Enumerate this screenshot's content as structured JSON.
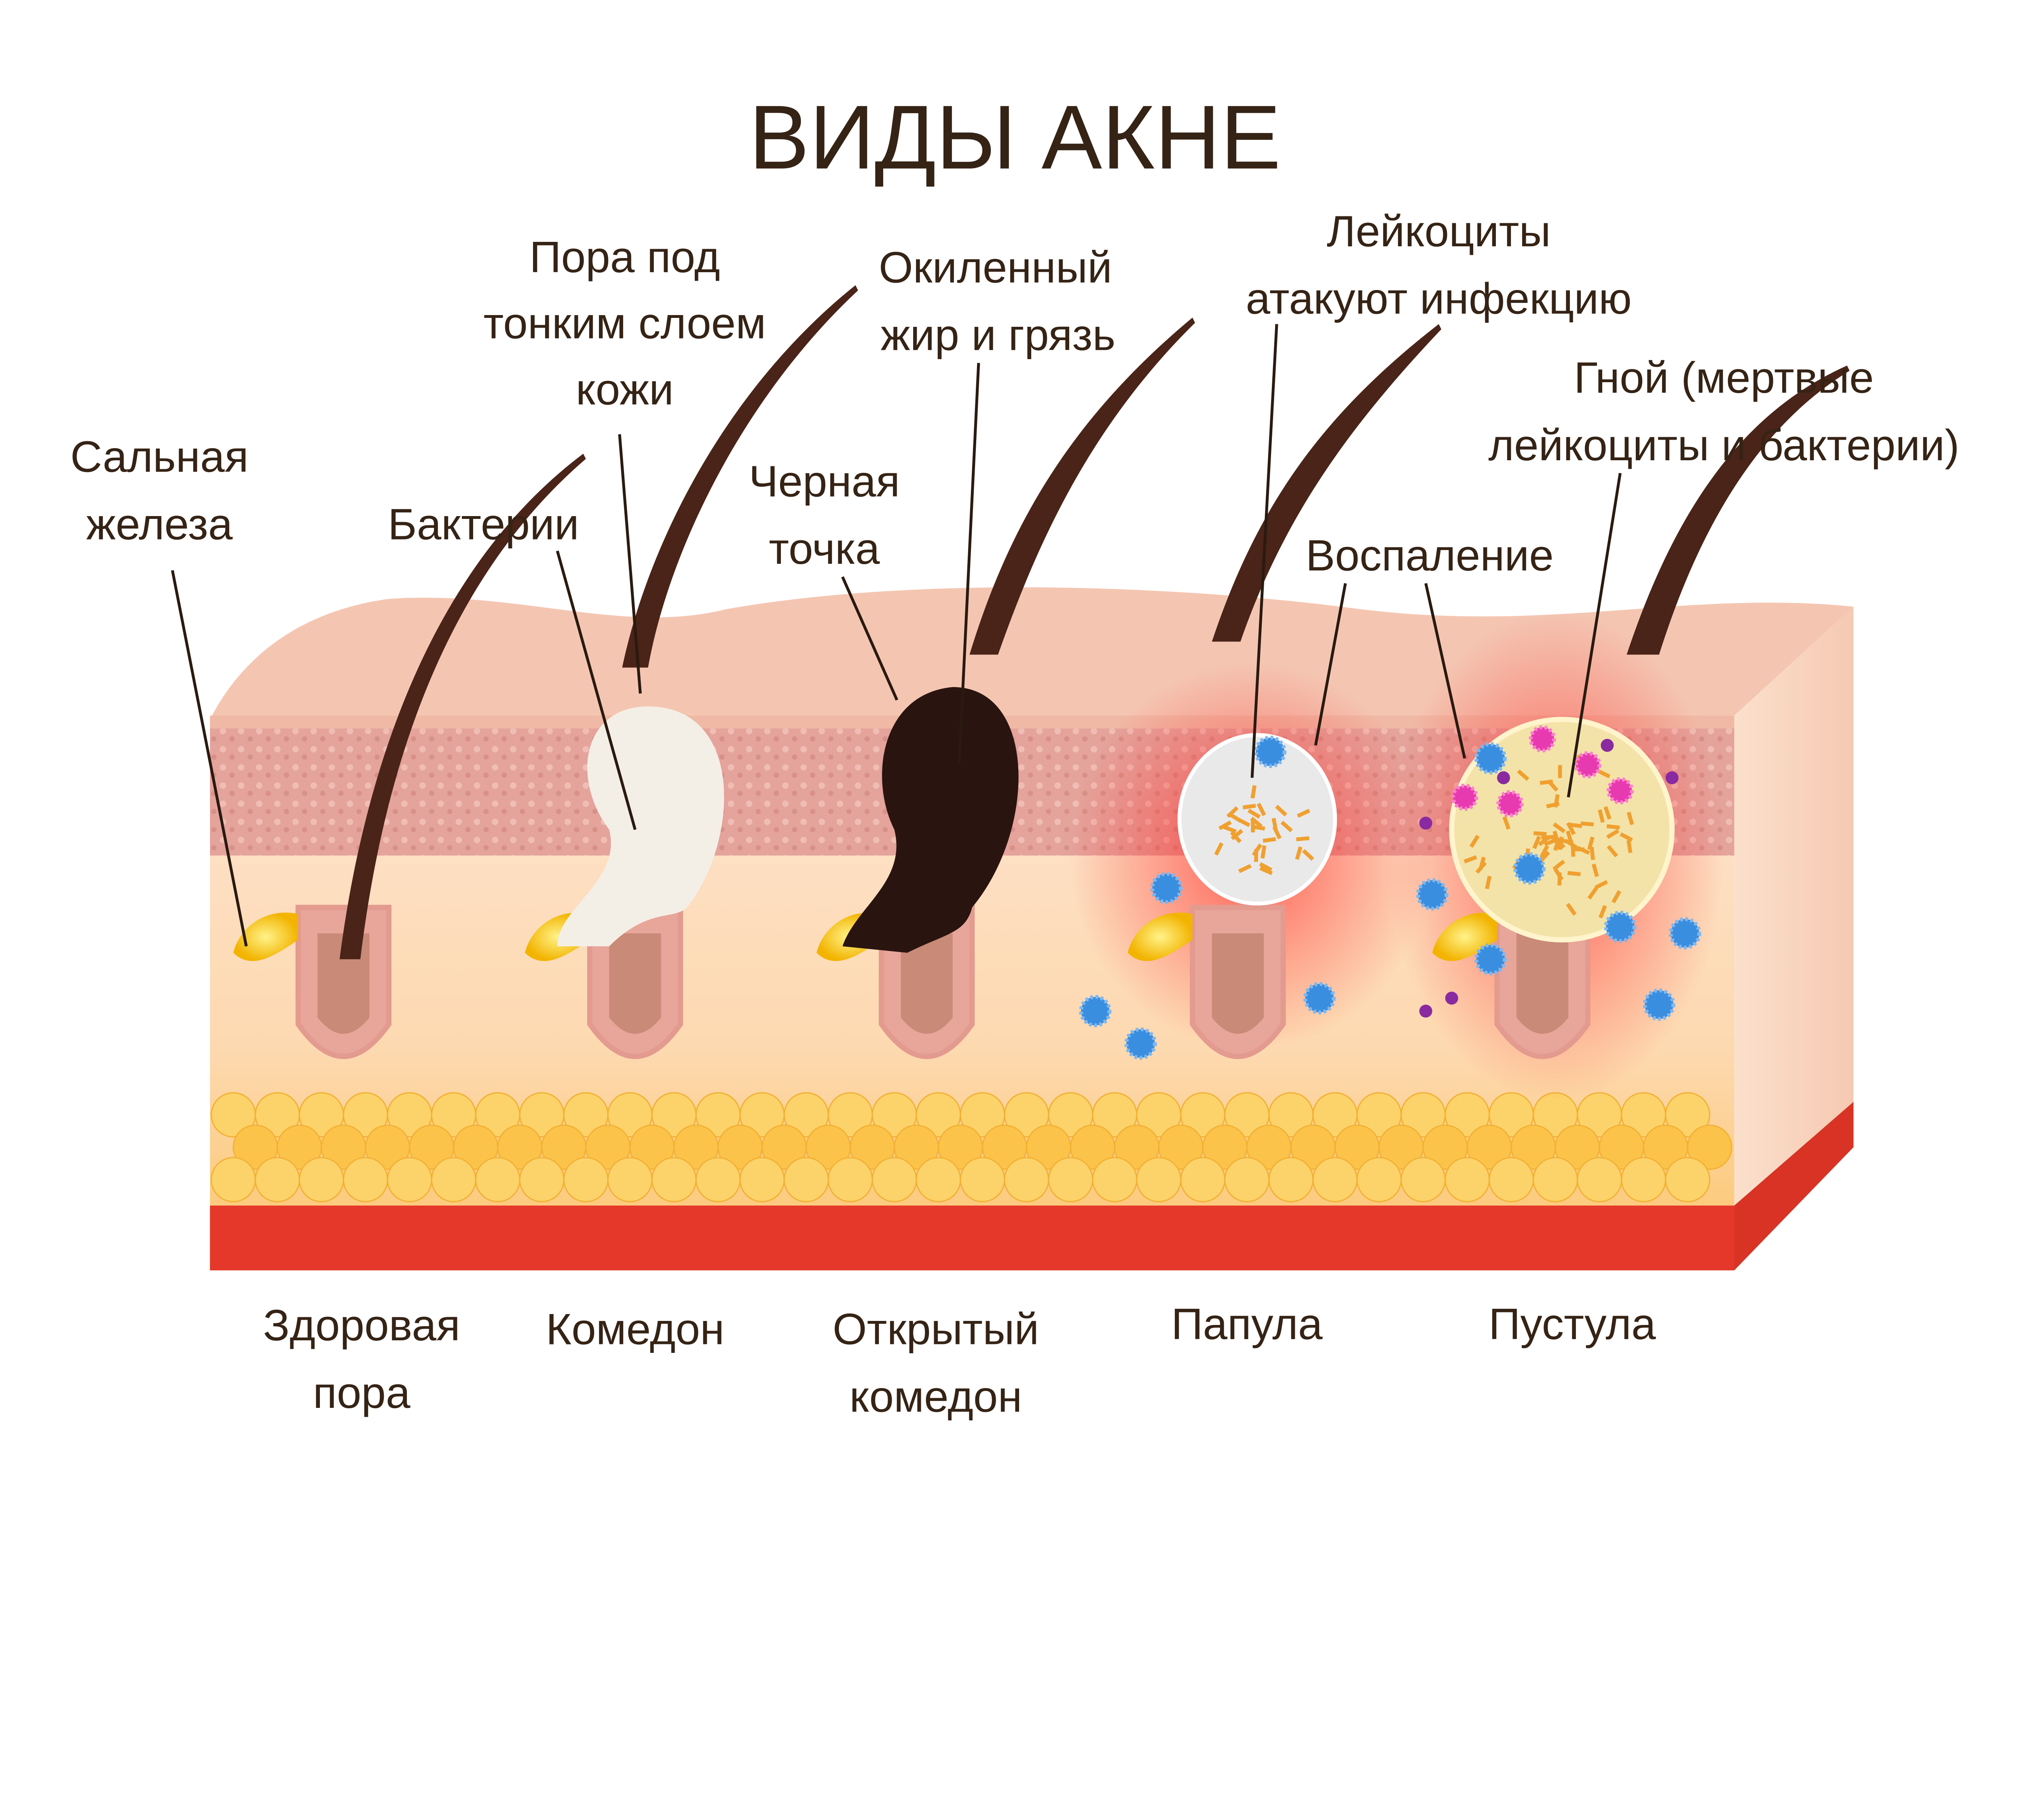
{
  "title": "ВИДЫ АКНЕ",
  "labels": {
    "sebaceous_gland": [
      "Сальная",
      "железа"
    ],
    "bacteria": "Бактерии",
    "pore_under_skin": [
      "Пора под",
      "тонким слоем",
      "кожи"
    ],
    "blackhead": [
      "Черная",
      "точка"
    ],
    "oxidized_oil": [
      "Окиленный",
      "жир и грязь"
    ],
    "leukocytes": [
      "Лейкоциты",
      "атакуют инфекцию"
    ],
    "inflammation": "Воспаление",
    "pus": [
      "Гной (мертвые",
      "лейкоциты и бактерии)"
    ]
  },
  "stages": [
    [
      "Здоровая",
      "пора"
    ],
    [
      "Комедон"
    ],
    [
      "Открытый",
      "комедон"
    ],
    [
      "Папула"
    ],
    [
      "Пустула"
    ]
  ],
  "colors": {
    "text": "#352315",
    "epidermis": "#f6cbb8",
    "dermis": "#e6a8a0",
    "fat": "#f9c94a",
    "muscle": "#e5382a",
    "hair": "#4a2418"
  }
}
